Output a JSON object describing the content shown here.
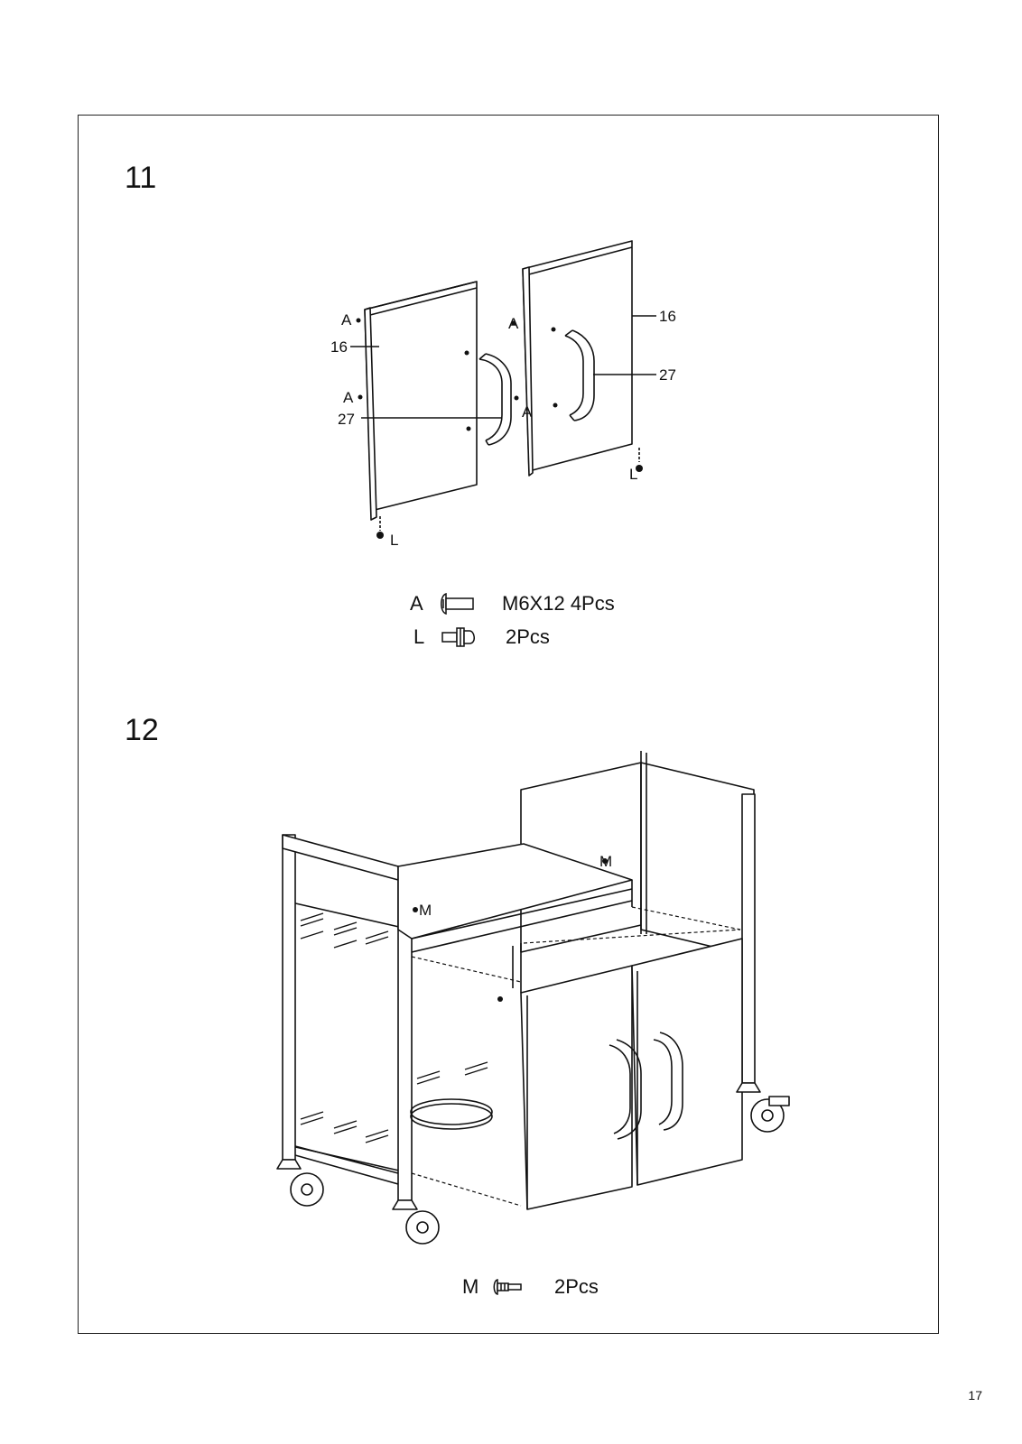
{
  "steps": [
    {
      "number": "11",
      "callouts": [
        "A",
        "16",
        "A",
        "27",
        "L",
        "A",
        "A",
        "16",
        "27",
        "L"
      ],
      "hardware": [
        {
          "letter": "A",
          "icon": "bolt-icon",
          "spec": "M6X12 4Pcs"
        },
        {
          "letter": "L",
          "icon": "leveling-foot-icon",
          "spec": "2Pcs"
        }
      ]
    },
    {
      "number": "12",
      "callouts": [
        "M",
        "M"
      ],
      "hardware": [
        {
          "letter": "M",
          "icon": "screw-icon",
          "spec": "2Pcs"
        }
      ]
    }
  ],
  "page_number": "17"
}
